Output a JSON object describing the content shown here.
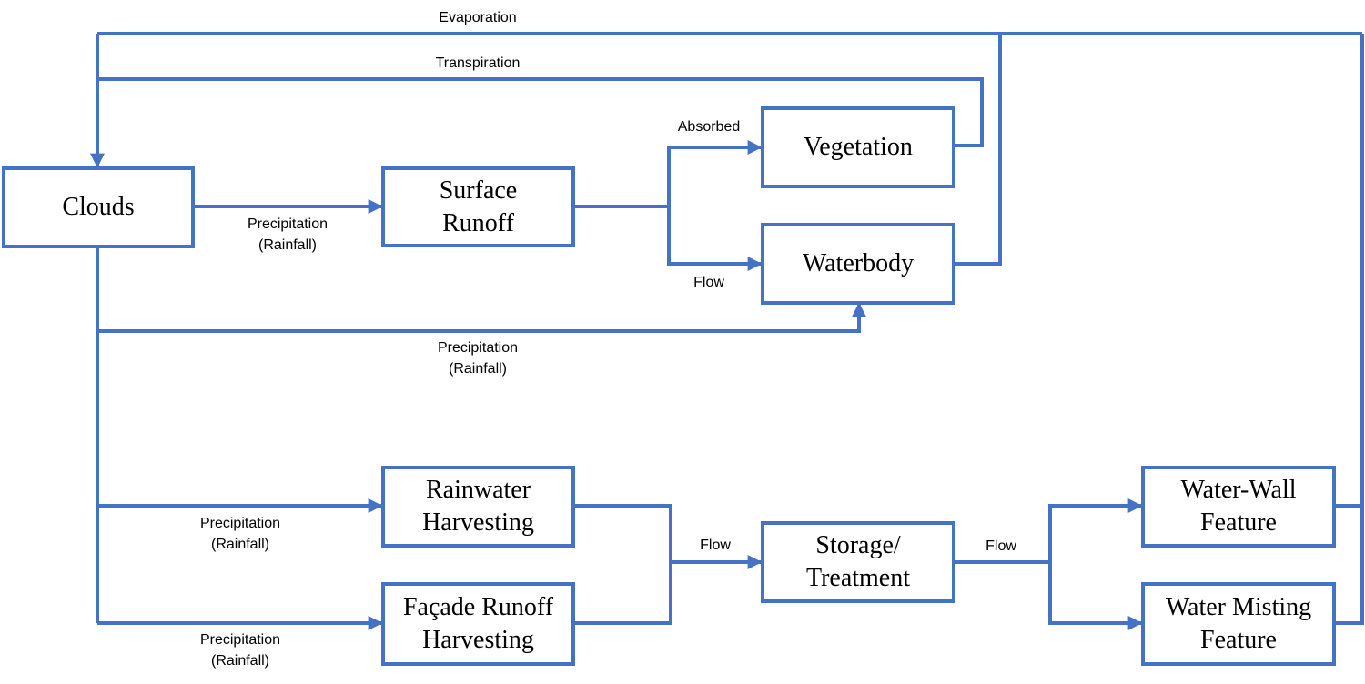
{
  "colors": {
    "line": "#4472C4",
    "text": "#000000",
    "background": "#FFFFFF"
  },
  "nodes": {
    "clouds": "Clouds",
    "surface_runoff": [
      "Surface",
      "Runoff"
    ],
    "vegetation": "Vegetation",
    "waterbody": "Waterbody",
    "rainwater_harvesting": [
      "Rainwater",
      "Harvesting"
    ],
    "facade_runoff_harvesting": [
      "Façade Runoff",
      "Harvesting"
    ],
    "storage_treatment": [
      "Storage/",
      "Treatment"
    ],
    "water_wall_feature": [
      "Water-Wall",
      "Feature"
    ],
    "water_misting_feature": [
      "Water Misting",
      "Feature"
    ]
  },
  "edge_labels": {
    "evaporation": "Evaporation",
    "transpiration": "Transpiration",
    "absorbed": "Absorbed",
    "flow_waterbody": "Flow",
    "precip_surface": [
      "Precipitation",
      "(Rainfall)"
    ],
    "precip_waterbody": [
      "Precipitation",
      "(Rainfall)"
    ],
    "precip_rainwater": [
      "Precipitation",
      "(Rainfall)"
    ],
    "precip_facade": [
      "Precipitation",
      "(Rainfall)"
    ],
    "flow_storage": "Flow",
    "flow_features": "Flow"
  }
}
